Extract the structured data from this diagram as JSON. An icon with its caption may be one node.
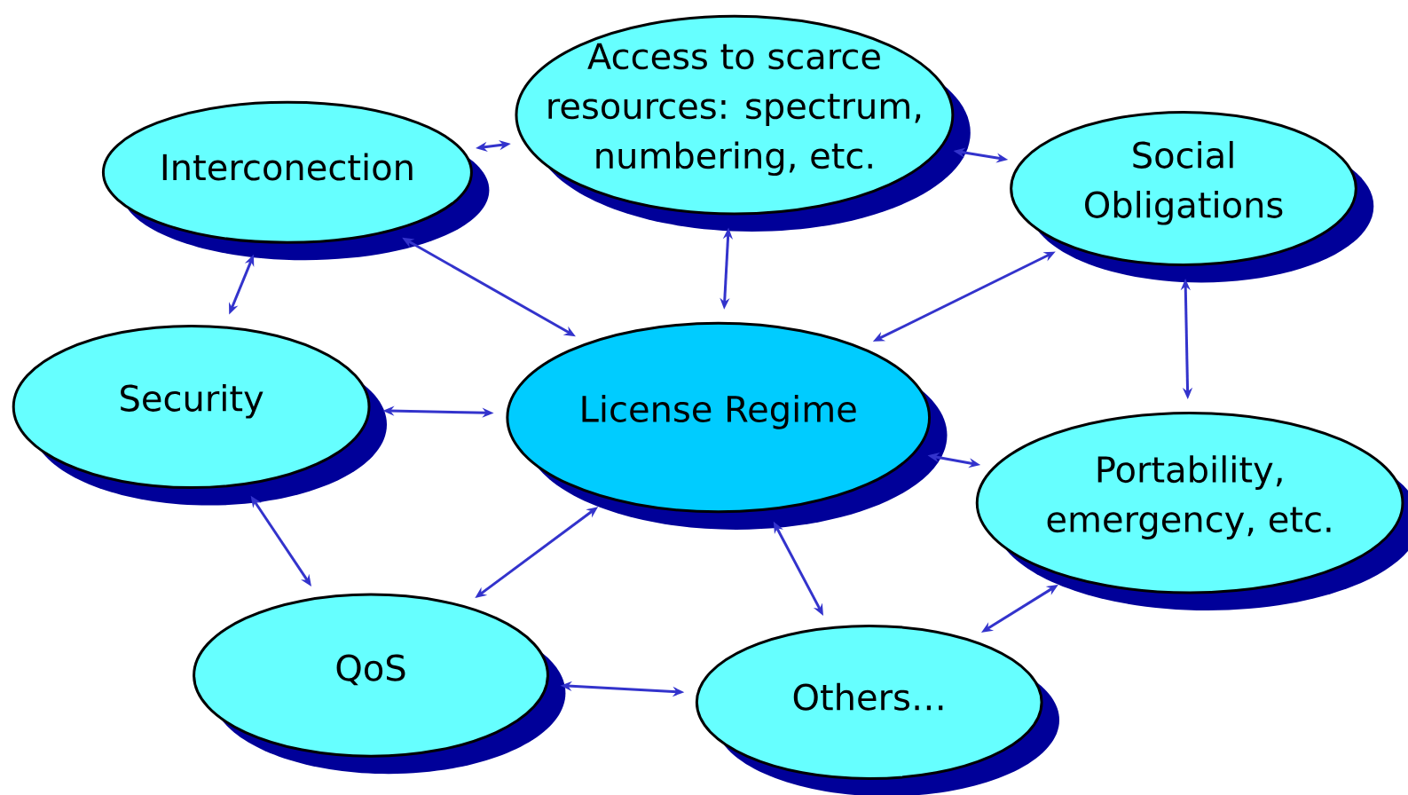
{
  "diagram": {
    "nodes": [
      {
        "text": [
          "Access to scarce resources: spectrum, numbering, etc."
        ]
      },
      {
        "text": [
          "Interconection"
        ]
      },
      {
        "text": [
          "Social Obligations"
        ]
      },
      {
        "text": [
          "Security"
        ]
      },
      {
        "text": [
          "License Regime"
        ]
      },
      {
        "text": [
          "Portability, emergency, etc."
        ]
      },
      {
        "text": [
          "QoS"
        ]
      },
      {
        "text": [
          "Others…"
        ]
      }
    ],
    "edges": [
      {
        "from": 0,
        "to": 1,
        "arrow": "both"
      },
      {
        "from": 0,
        "to": 2,
        "arrow": "both"
      },
      {
        "from": 0,
        "to": 4,
        "arrow": "both"
      },
      {
        "from": 1,
        "to": 3,
        "arrow": "both"
      },
      {
        "from": 1,
        "to": 4,
        "arrow": "both"
      },
      {
        "from": 2,
        "to": 4,
        "arrow": "both"
      },
      {
        "from": 2,
        "to": 5,
        "arrow": "both"
      },
      {
        "from": 3,
        "to": 4,
        "arrow": "both"
      },
      {
        "from": 3,
        "to": 6,
        "arrow": "both"
      },
      {
        "from": 6,
        "to": 4,
        "arrow": "both"
      },
      {
        "from": 4,
        "to": 5,
        "arrow": "both"
      },
      {
        "from": 4,
        "to": 7,
        "arrow": "both"
      },
      {
        "from": 6,
        "to": 7,
        "arrow": "both"
      },
      {
        "from": 7,
        "to": 5,
        "arrow": "both"
      }
    ]
  }
}
